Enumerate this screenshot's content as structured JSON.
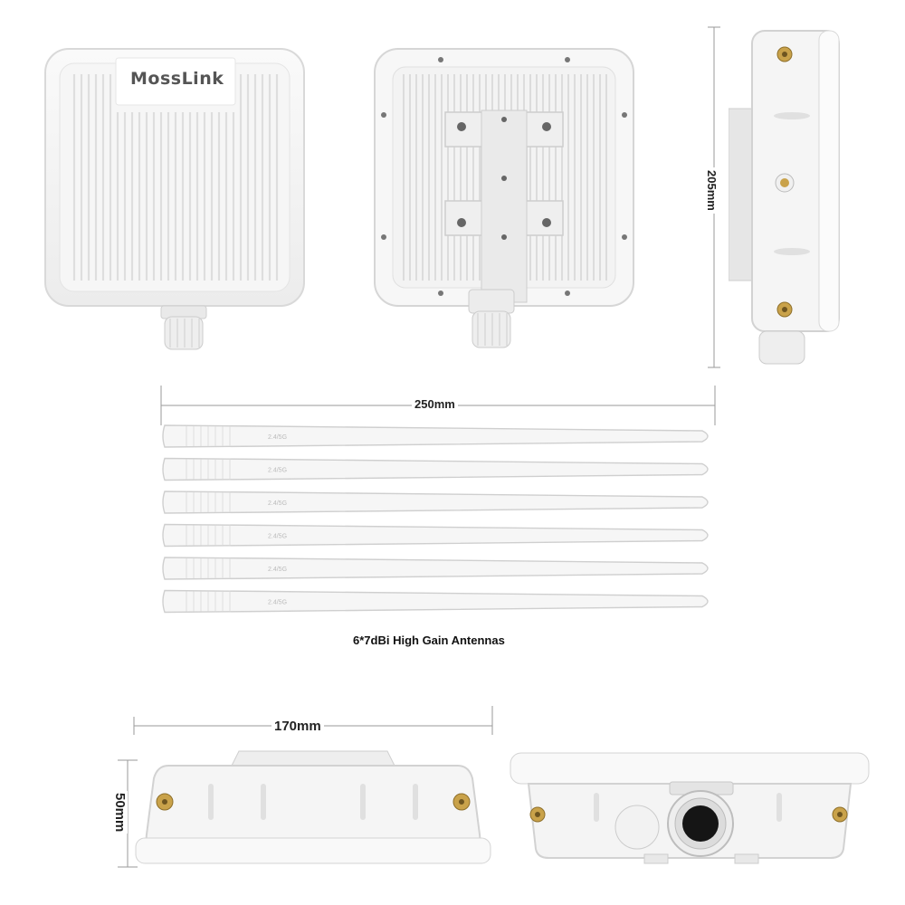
{
  "brand": {
    "logo_text": "MossLink"
  },
  "dimensions": {
    "height": "205mm",
    "antenna_length": "250mm",
    "width": "170mm",
    "depth": "50mm"
  },
  "antennas": {
    "count": 6,
    "marking": "2.4/5G",
    "caption": "6*7dBi High Gain Antennas"
  },
  "colors": {
    "body": "#f4f4f4",
    "edge": "#d6d6d6",
    "rib": "#e2e2e2",
    "brass": "#c9a24a",
    "dim_line": "#9a9a9a"
  }
}
